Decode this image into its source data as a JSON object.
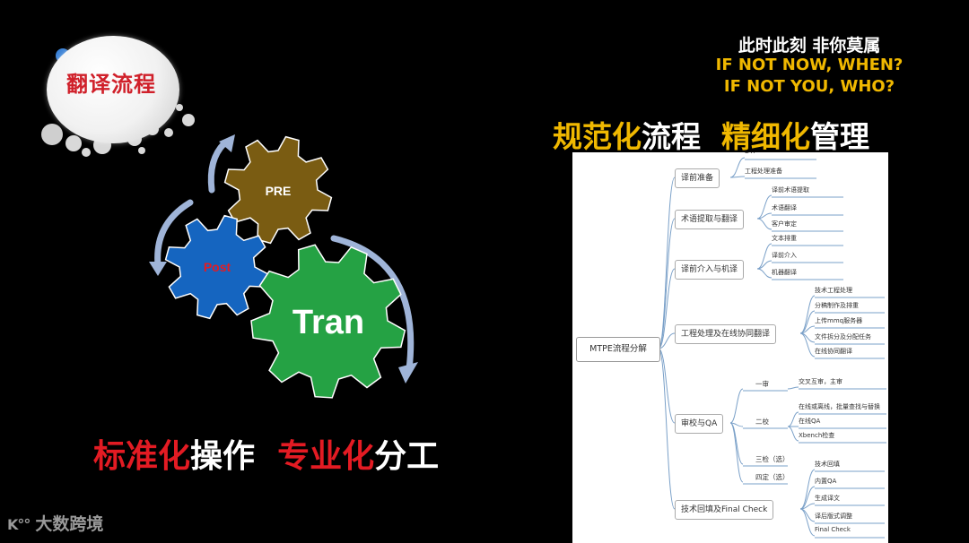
{
  "badge": {
    "title": "翻译流程"
  },
  "slogan": {
    "cn": "此时此刻  非你莫属",
    "en_line1": "IF NOT NOW, WHEN?",
    "en_line2": "IF NOT YOU, WHO?"
  },
  "right_title": {
    "hl1": "规范化",
    "t1": "流程  ",
    "hl2": "精细化",
    "t2": "管理"
  },
  "bottom_title": {
    "hl1": "标准化",
    "t1": "操作  ",
    "hl2": "专业化",
    "t2": "分工"
  },
  "gears": {
    "pre": "PRE",
    "post": "Post",
    "tran": "Tran"
  },
  "colors": {
    "pre": "#7a5c12",
    "post": "#1565c0",
    "tran": "#25a244",
    "arrow": "#9fb4d8",
    "red": "#e31b23",
    "yellow": "#f0b800"
  },
  "logo": {
    "mark": "K°°",
    "text": "大数跨境"
  },
  "mindmap": {
    "root": "MTPE流程分解",
    "branches": [
      {
        "label": "译前准备",
        "children": [
          "DTP",
          "工程处理准备"
        ]
      },
      {
        "label": "术语提取与翻译",
        "children": [
          "译前术语提取",
          "术语翻译",
          "客户审定"
        ]
      },
      {
        "label": "译前介入与机译",
        "children": [
          "文本排重",
          "译前介入",
          "机器翻译"
        ]
      },
      {
        "label": "工程处理及在线协同翻译",
        "children": [
          "技术工程处理",
          "分稿制作及排重",
          "上传mmq服务器",
          "文件拆分及分配任务",
          "在线协同翻译"
        ]
      },
      {
        "label": "审校与QA",
        "children": [
          {
            "label": "一审",
            "children": [
              "交叉互审，主审"
            ]
          },
          {
            "label": "二校",
            "children": [
              "在线或离线，批量查找与替换",
              "在线QA",
              "Xbench检查"
            ]
          },
          {
            "label": "三检（选）",
            "children": []
          },
          {
            "label": "四定（选）",
            "children": []
          }
        ]
      },
      {
        "label": "技术回填及Final Check",
        "children": [
          "技术回填",
          "内置QA",
          "生成译文",
          "译后版式调整",
          "Final Check"
        ]
      }
    ]
  }
}
